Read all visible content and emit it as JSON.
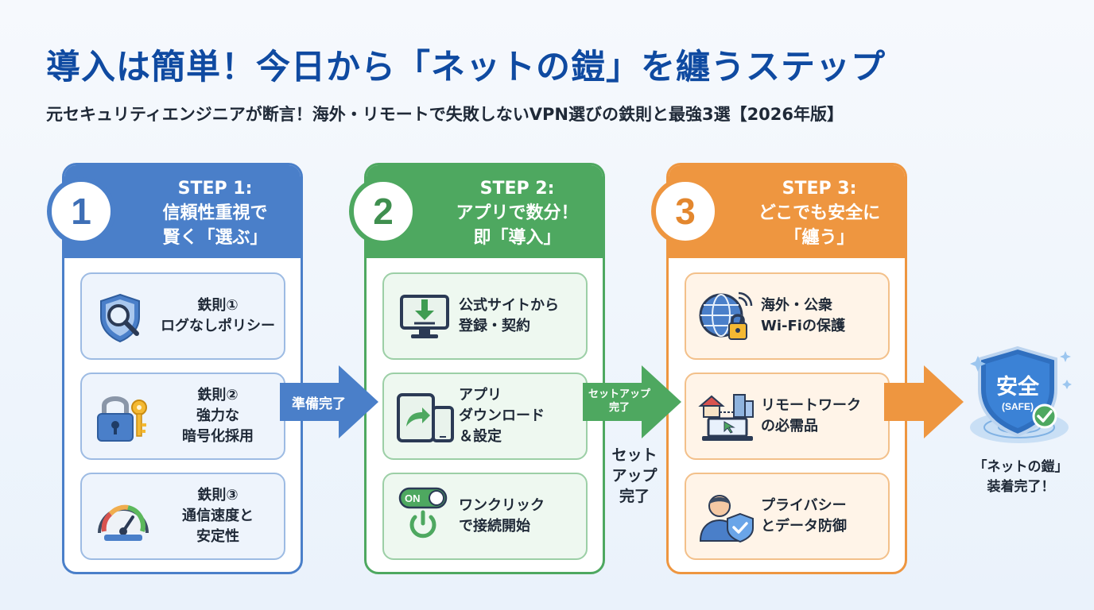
{
  "title": "導入は簡単！今日から「ネットの鎧」を纏うステップ",
  "subtitle": "元セキュリティエンジニアが断言！海外・リモートで失敗しないVPN選びの鉄則と最強3選【2026年版】",
  "colors": {
    "blue": "#4a7fc9",
    "green": "#4ea860",
    "orange": "#ee9640",
    "title": "#0f4aa1"
  },
  "steps": [
    {
      "number": "1",
      "heading": "STEP 1:\n信頼性重視で\n賢く「選ぶ」",
      "items": [
        {
          "icon": "shield-search-icon",
          "text": "鉄則①\nログなしポリシー"
        },
        {
          "icon": "padlock-key-icon",
          "text": "鉄則②\n強力な\n暗号化採用"
        },
        {
          "icon": "speedometer-icon",
          "text": "鉄則③\n通信速度と\n安定性"
        }
      ]
    },
    {
      "number": "2",
      "heading": "STEP 2:\nアプリで数分！\n即「導入」",
      "items": [
        {
          "icon": "monitor-download-icon",
          "text": "公式サイトから\n登録・契約"
        },
        {
          "icon": "tablet-phone-icon",
          "text": "アプリ\nダウンロード\n＆設定"
        },
        {
          "icon": "toggle-power-icon",
          "toggle_label": "ON",
          "text": "ワンクリック\nで接続開始"
        }
      ]
    },
    {
      "number": "3",
      "heading": "STEP 3:\nどこでも安全に\n「纏う」",
      "items": [
        {
          "icon": "globe-lock-icon",
          "text": "海外・公衆\nWi-Fiの保護"
        },
        {
          "icon": "home-office-laptop-icon",
          "text": "リモートワーク\nの必需品"
        },
        {
          "icon": "user-shield-icon",
          "text": "プライバシー\nとデータ防御"
        }
      ]
    }
  ],
  "arrows": {
    "a1_label": "準備完了",
    "a2_label": "セットアップ\n完了",
    "a2_caption": "セット\nアップ\n完了"
  },
  "final": {
    "badge_main": "安全",
    "badge_sub": "(SAFE)",
    "caption": "「ネットの鎧」\n装着完了！"
  }
}
